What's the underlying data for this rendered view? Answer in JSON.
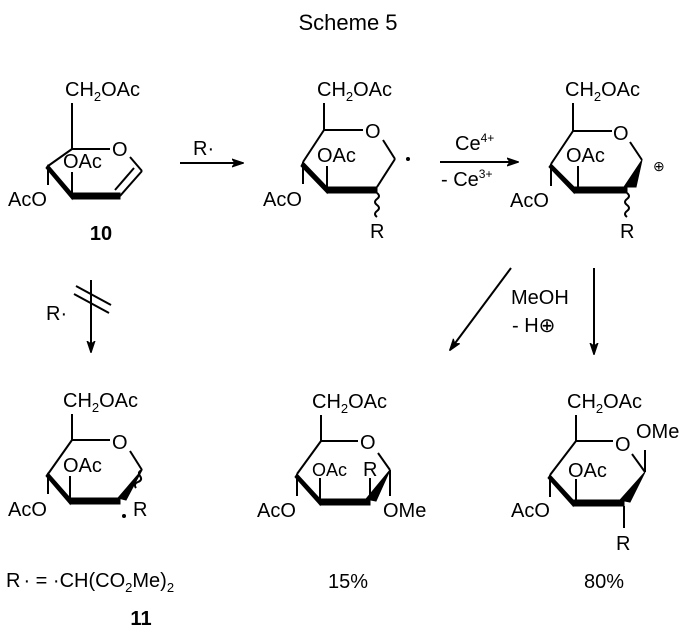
{
  "title": "Scheme 5",
  "molecules": {
    "glycal": {
      "ch2oac": "CH2OAc",
      "ring_o": "O",
      "oac": "OAc",
      "aco": "AcO",
      "compound_number": "10"
    },
    "radical_adduct": {
      "ch2oac": "CH2OAc",
      "ring_o": "O",
      "oac": "OAc",
      "aco": "AcO",
      "r": "R",
      "radical": "·"
    },
    "cation": {
      "ch2oac": "CH2OAc",
      "ring_o": "O",
      "oac": "OAc",
      "aco": "AcO",
      "r": "R",
      "charge": "⊕"
    },
    "compound_11": {
      "ch2oac": "CH2OAc",
      "ring_o": "O",
      "oac": "OAc",
      "aco": "AcO",
      "r": "R",
      "compound_number": "11"
    },
    "product_alpha": {
      "ch2oac": "CH2OAc",
      "ring_o": "O",
      "oac": "OAc",
      "aco": "AcO",
      "r": "R",
      "ome": "OMe",
      "yield": "15%"
    },
    "product_beta": {
      "ch2oac": "CH2OAc",
      "ring_o": "O",
      "oac": "OAc",
      "aco": "AcO",
      "r": "R",
      "ome": "OMe",
      "yield": "80%"
    }
  },
  "arrows": {
    "radical_addition": {
      "reagent": "R·"
    },
    "oxidation": {
      "above": "Ce4+",
      "below": "- Ce3+"
    },
    "blocked": {
      "reagent": "R·",
      "status": "does not occur"
    },
    "methanolysis": {
      "line1": "MeOH",
      "line2": "- H⊕"
    }
  },
  "legend": {
    "definition": "R· = ·CH(CO2Me)2"
  }
}
